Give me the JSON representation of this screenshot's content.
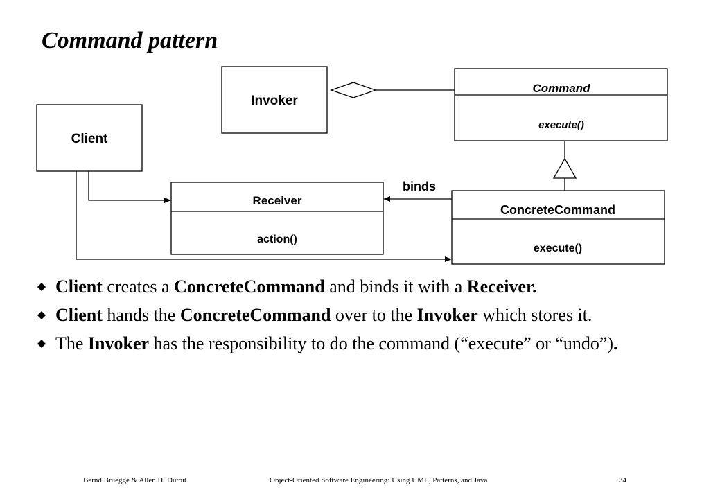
{
  "slide": {
    "title": "Command pattern"
  },
  "diagram": {
    "invoker": {
      "name": "Invoker"
    },
    "command": {
      "name": "Command",
      "operation": "execute()"
    },
    "client": {
      "name": "Client"
    },
    "receiver": {
      "name": "Receiver",
      "operation": "action()"
    },
    "concrete_command": {
      "name": "ConcreteCommand",
      "operation": "execute()"
    },
    "binds_label": "binds"
  },
  "bullets": [
    {
      "icon": "diamond-bullet-icon",
      "parts": [
        {
          "text": "Client",
          "bold": true
        },
        {
          "text": " creates a ",
          "bold": false
        },
        {
          "text": "ConcreteCommand",
          "bold": true
        },
        {
          "text": " and binds it with a ",
          "bold": false
        },
        {
          "text": "Receiver.",
          "bold": true
        }
      ]
    },
    {
      "icon": "diamond-bullet-icon",
      "parts": [
        {
          "text": "Client",
          "bold": true
        },
        {
          "text": " hands the ",
          "bold": false
        },
        {
          "text": "ConcreteCommand",
          "bold": true
        },
        {
          "text": " over to the ",
          "bold": false
        },
        {
          "text": "Invoker",
          "bold": true
        },
        {
          "text": " which stores it.",
          "bold": false
        }
      ]
    },
    {
      "icon": "diamond-bullet-icon",
      "parts": [
        {
          "text": "The ",
          "bold": false
        },
        {
          "text": "Invoker",
          "bold": true
        },
        {
          "text": " has the responsibility to do the command (“execute” or “undo”)",
          "bold": false
        },
        {
          "text": ".",
          "bold": true
        }
      ]
    }
  ],
  "footer": {
    "authors": "Bernd Bruegge & Allen H. Dutoit",
    "book": "Object-Oriented Software Engineering: Using UML, Patterns, and Java",
    "page": "34"
  }
}
